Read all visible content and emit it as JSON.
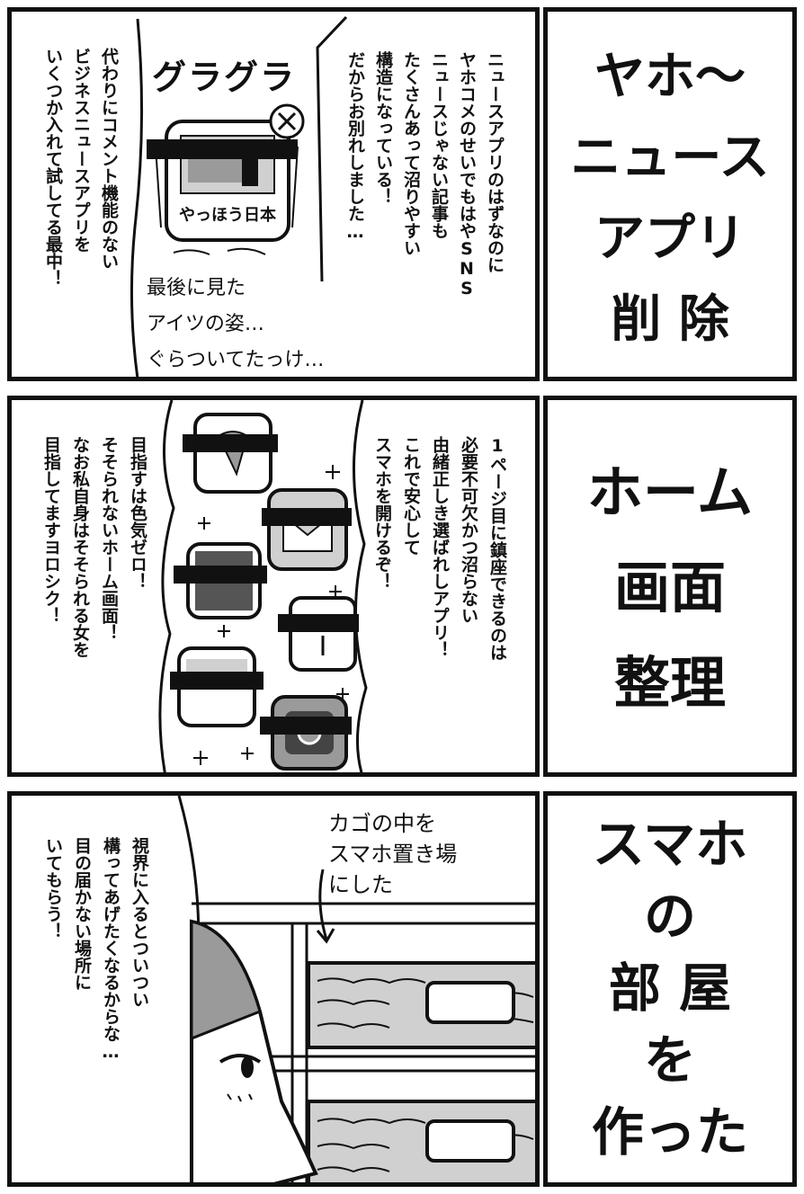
{
  "row1": {
    "title": "ヤホ〜\nニュース\nアプリ\n削 除",
    "narration": "ニュースアプリのはずなのに\nヤホコメのせいでもはやSNS\nニュースじゃない記事も\nたくさんあって沼りやすい\n構造になっている！\nだからお別れしました…",
    "sfx": "グラグラ",
    "app_label": "やっほう日本",
    "caption": "最後に見た\nアイツの姿…\nぐらついてたっけ…",
    "side_text": "代わりにコメント機能のない\nビジネスニュースアプリを\nいくつか入れて試してる最中！"
  },
  "row2": {
    "title": "ホーム\n画面\n整理",
    "narration": "1ページ目に鎮座できるのは\n必要不可欠かつ沼らない\n由緒正しき選ばれしアプリ！\nこれで安心して\nスマホを開けるぞ！",
    "side_text": "目指すは色気ゼロ！\nそそられないホーム画面！\nなお私自身はそそられる女を\n目指してますヨロシク！"
  },
  "row3": {
    "title": "スマホ\nの\n部 屋\nを\n作った",
    "caption": "カゴの中を\nスマホ置き場\nにした",
    "speech": "視界に入るとついつい\n構ってあげたくなるからな…\n目の届かない場所に\nいてもらう！"
  },
  "colors": {
    "ink": "#111111",
    "paper": "#ffffff",
    "gray": "#9a9a9a",
    "light_gray": "#d0d0d0"
  }
}
